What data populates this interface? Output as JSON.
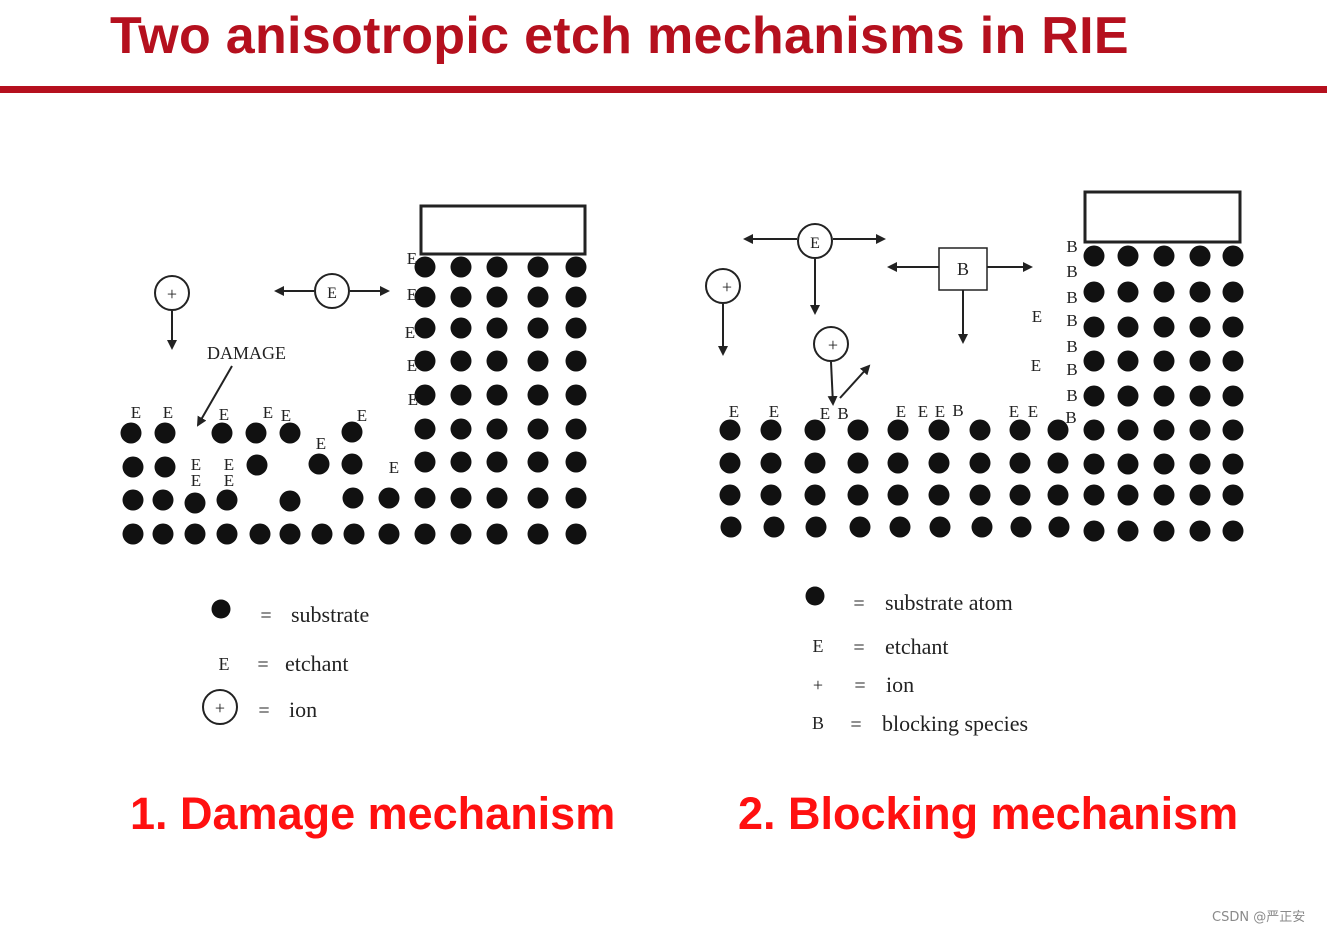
{
  "title": "Two anisotropic etch mechanisms in RIE",
  "colors": {
    "accent": "#b5101e",
    "caption": "#ff1010",
    "atom": "#111111"
  },
  "left": {
    "caption": "1. Damage mechanism",
    "damage_label": "DAMAGE",
    "etchant_symbol": "E",
    "ion_symbol": "+",
    "legend": [
      {
        "symbol": "substrate-dot",
        "eq": "=",
        "text": "substrate"
      },
      {
        "symbol": "E",
        "eq": "=",
        "text": "etchant"
      },
      {
        "symbol": "circled-plus",
        "eq": "=",
        "text": "ion"
      }
    ]
  },
  "right": {
    "caption": "2. Blocking mechanism",
    "etchant_symbol": "E",
    "ion_symbol": "+",
    "blocking_symbol": "B",
    "legend": [
      {
        "symbol": "substrate-dot",
        "eq": "=",
        "text": "substrate atom"
      },
      {
        "symbol": "E",
        "eq": "=",
        "text": "etchant"
      },
      {
        "symbol": "+",
        "eq": "=",
        "text": "ion"
      },
      {
        "symbol": "B",
        "eq": "=",
        "text": "blocking species"
      }
    ]
  },
  "watermark": "CSDN @严正安"
}
